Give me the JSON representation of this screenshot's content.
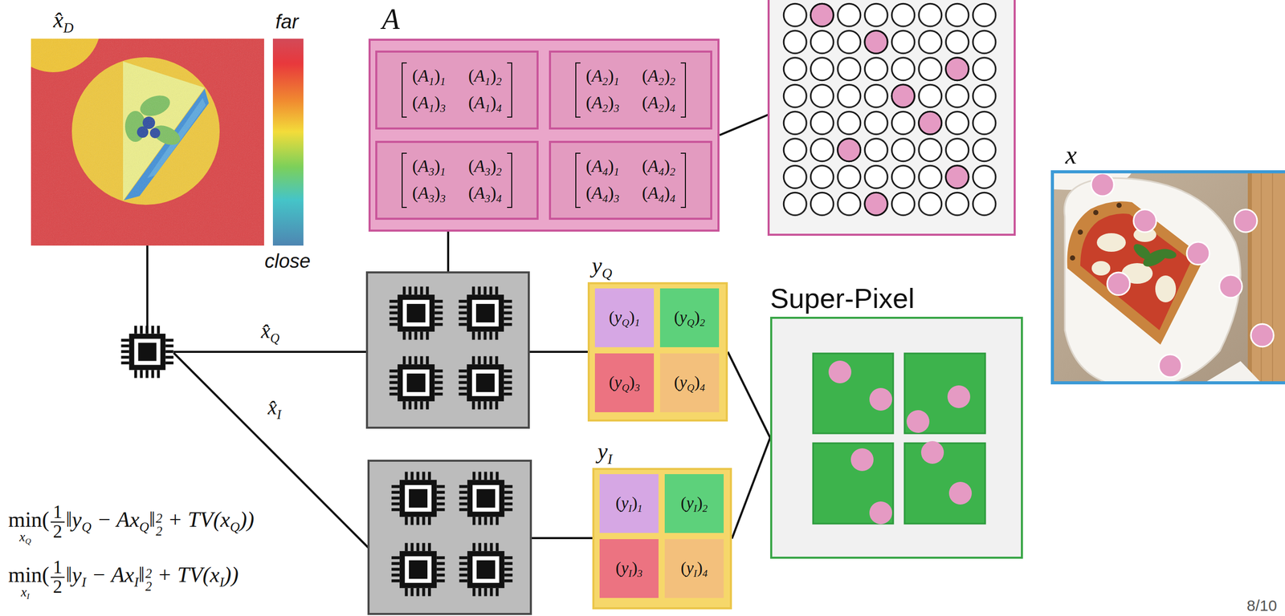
{
  "diagram": {
    "nodes": [
      {
        "text": [
          "x̂D"
        ]
      },
      {
        "text": [
          "A"
        ]
      },
      {
        "text": [
          "(A1)1",
          "(A1)2",
          "(A1)3",
          "(A1)4"
        ],
        "in": 1
      },
      {
        "text": [
          "(A2)1",
          "(A2)2",
          "(A2)3",
          "(A2)4"
        ],
        "in": 1
      },
      {
        "text": [
          "(A3)1",
          "(A3)2",
          "(A3)3",
          "(A3)4"
        ],
        "in": 1
      },
      {
        "text": [
          "(A4)1",
          "(A4)2",
          "(A4)3",
          "(A4)4"
        ],
        "in": 1
      },
      {
        "text": [
          "yQ"
        ]
      },
      {
        "text": [
          "(yQ)1"
        ],
        "in": 6
      },
      {
        "text": [
          "(yQ)2"
        ],
        "in": 6
      },
      {
        "text": [
          "(yQ)3"
        ],
        "in": 6
      },
      {
        "text": [
          "(yQ)4"
        ],
        "in": 6
      },
      {
        "text": [
          "yI"
        ]
      },
      {
        "text": [
          "(yI)1"
        ],
        "in": 11
      },
      {
        "text": [
          "(yI)2"
        ],
        "in": 11
      },
      {
        "text": [
          "(yI)3"
        ],
        "in": 11
      },
      {
        "text": [
          "(yI)4"
        ],
        "in": 11
      },
      {
        "text": [
          "Super-Pixel"
        ]
      },
      {
        "text": [
          "x"
        ]
      }
    ],
    "edges": [
      {
        "from": 6,
        "to": 16,
        "arrow": "none"
      },
      {
        "from": 11,
        "to": 16,
        "arrow": "none"
      }
    ],
    "labels": [
      "far",
      "close",
      "x̂Q",
      "x̂I",
      "minxQ(12‖yQ − AxQ‖22 + TV(xQ))",
      "minxI(12‖yI − AxI‖22 + TV(xI))",
      "8/10"
    ]
  }
}
